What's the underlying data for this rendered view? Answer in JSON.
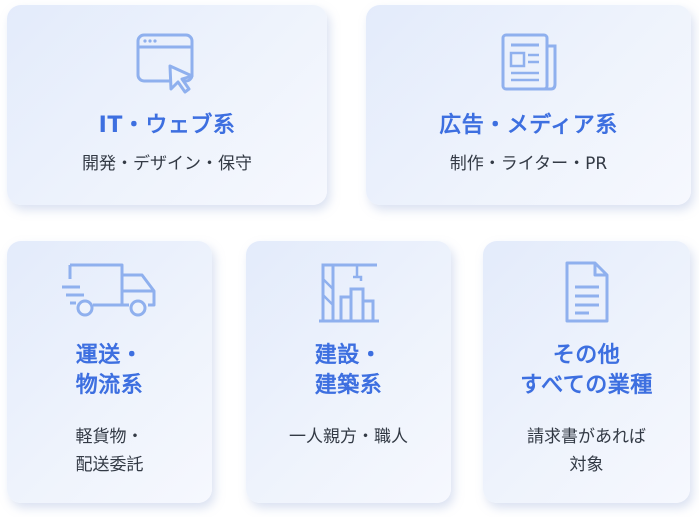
{
  "categories": [
    {
      "title": [
        "IT・ウェブ系"
      ],
      "subtitle": [
        "開発・デザイン・保守"
      ],
      "icon": "browser-cursor-icon"
    },
    {
      "title": [
        "広告・メディア系"
      ],
      "subtitle": [
        "制作・ライター・PR"
      ],
      "icon": "newspaper-icon"
    },
    {
      "title": [
        "運送・",
        "物流系"
      ],
      "subtitle": [
        "軽貨物・",
        "配送委託"
      ],
      "icon": "truck-icon"
    },
    {
      "title": [
        "建設・",
        "建築系"
      ],
      "subtitle": [
        "一人親方・職人"
      ],
      "icon": "crane-building-icon"
    },
    {
      "title": [
        "その他",
        "すべての業種"
      ],
      "subtitle": [
        "請求書があれば",
        "対象"
      ],
      "icon": "document-icon"
    }
  ],
  "colors": {
    "accent": "#3d6fe0",
    "icon": "#8fb0ee",
    "text": "#333a45",
    "card_bg": "#e8eefb"
  }
}
